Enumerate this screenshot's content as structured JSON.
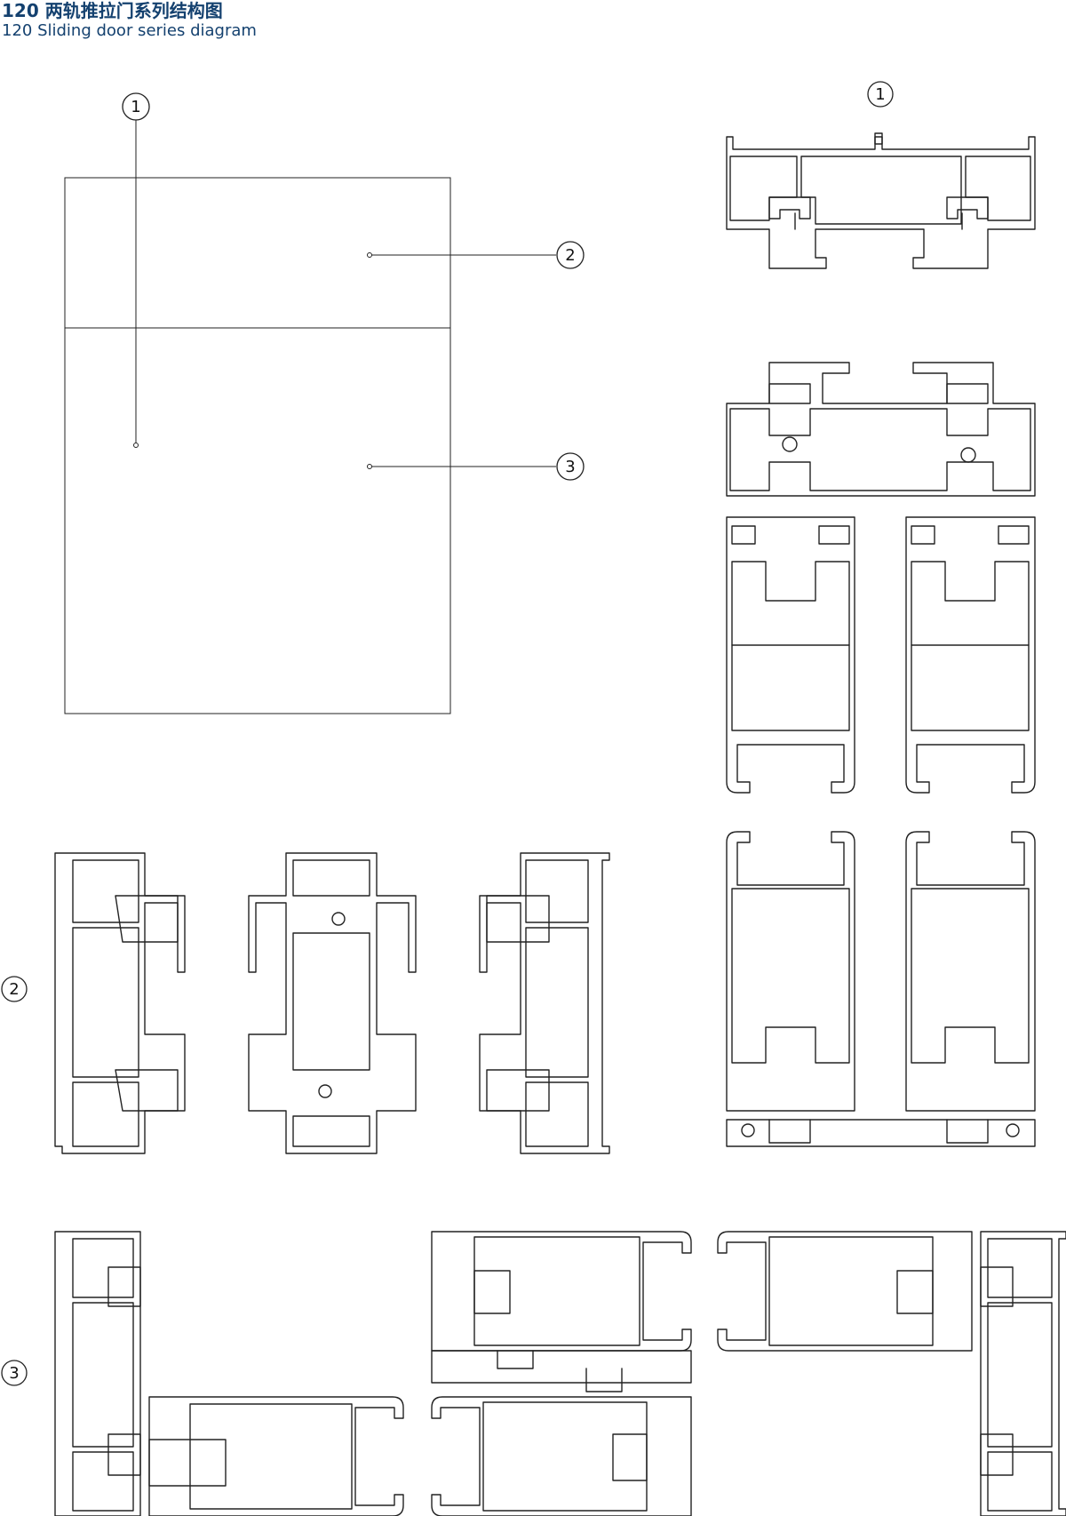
{
  "header": {
    "title_cn": "120 两轨推拉门系列结构图",
    "title_en": "120 Sliding door series diagram"
  },
  "callouts": {
    "c1": "1",
    "c2": "2",
    "c3": "3"
  },
  "colors": {
    "title": "#14416f",
    "line": "#222222",
    "background": "#ffffff"
  }
}
